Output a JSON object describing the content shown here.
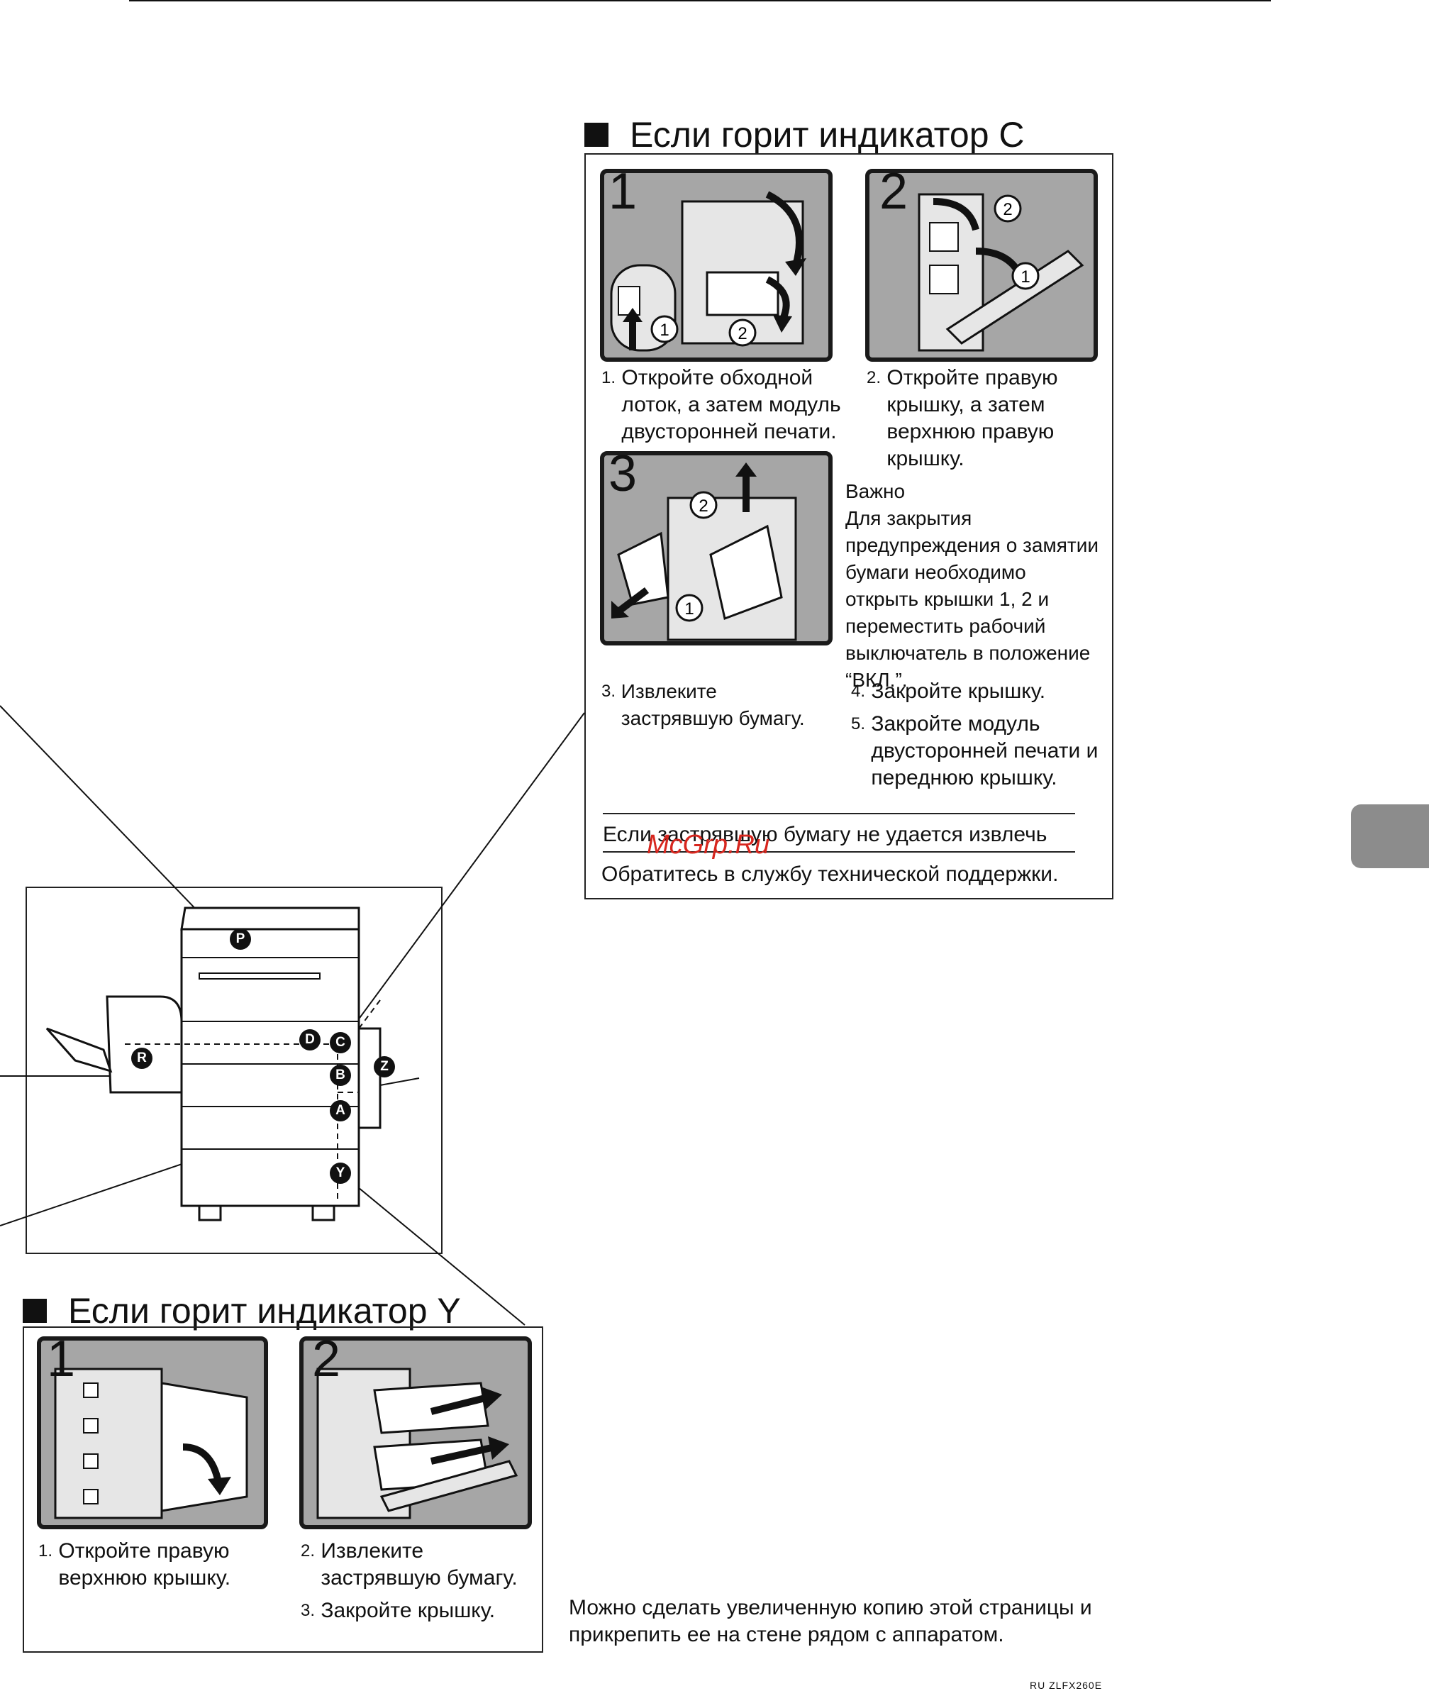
{
  "section_c": {
    "title": "Если горит индикатор C",
    "step1_num": "1.",
    "step1_text": "Откройте обходной лоток, а затем модуль двусторонней печати.",
    "step2_num": "2.",
    "step2_text": "Откройте правую крышку, а затем верхнюю правую крышку.",
    "important_label": "Важно",
    "important_text": "Для закрытия предупреждения о замятии бумаги необходимо открыть крышки 1, 2 и переместить рабочий выключатель в положение “ВКЛ.”.",
    "step3_num": "3.",
    "step3_text": "Извлеките застрявшую бумагу.",
    "step4_num": "4.",
    "step4_text": "Закройте крышку.",
    "step5_num": "5.",
    "step5_text": "Закройте модуль двусторонней печати и переднюю крышку.",
    "cannot_remove_heading": "Если застрявшую бумагу не удается извлечь",
    "contact_support": "Обратитесь в службу технической поддержки.",
    "illus_numbers": [
      "1",
      "2",
      "3"
    ],
    "callout_1": "1",
    "callout_2": "2"
  },
  "section_y": {
    "title": "Если горит индикатор Y",
    "step1_num": "1.",
    "step1_text": "Откройте правую верхнюю крышку.",
    "step2_num": "2.",
    "step2_text": "Извлеките застрявшую бумагу.",
    "step3_num": "3.",
    "step3_text": "Закройте крышку.",
    "illus_numbers": [
      "1",
      "2"
    ]
  },
  "machine_labels": [
    "P",
    "R",
    "D",
    "C",
    "B",
    "Z",
    "A",
    "Y"
  ],
  "copy_note": "Можно сделать увеличенную копию этой страницы и прикрепить ее на стене рядом с аппаратом.",
  "watermark": "McGrp.Ru",
  "footer_code": "RU  ZLFX260E",
  "colors": {
    "illustration_gray": "#a6a6a6",
    "tab_gray": "#8c8c8c",
    "watermark_red": "#d7261e"
  }
}
